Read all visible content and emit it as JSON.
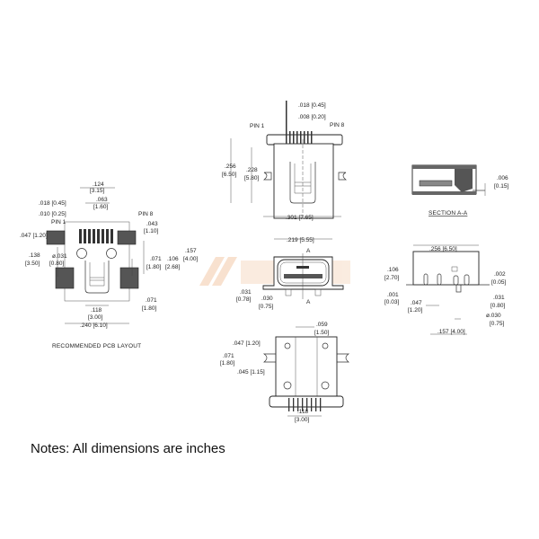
{
  "notes": "Notes: All dimensions are inches",
  "pcb_layout": {
    "caption": "RECOMMENDED PCB LAYOUT",
    "pin1": "PIN 1",
    "pin8": "PIN 8",
    "d124": ".124",
    "d124m": "[3.15]",
    "d063": ".063",
    "d063m": "[1.60]",
    "d018": ".018 [0.45]",
    "d010": ".010 [0.25]",
    "d043": ".043",
    "d043m": "[1.10]",
    "d047": ".047 [1.20]",
    "d138": ".138",
    "d138m": "[3.50]",
    "d031": "ø.031",
    "d031m": "[0.80]",
    "d071a": ".071",
    "d071am": "[1.80]",
    "d106": ".106",
    "d106m": "[2.68]",
    "d157": ".157",
    "d157m": "[4.00]",
    "d071b": ".071",
    "d071bm": "[1.80]",
    "d118": ".118",
    "d118m": "[3.00]",
    "d240": ".240 [6.10]"
  },
  "top_view": {
    "pin1": "PIN 1",
    "pin8": "PIN 8",
    "d018": ".018 [0.45]",
    "d008": ".008 [0.20]",
    "d256": ".256",
    "d256m": "[6.50]",
    "d228": ".228",
    "d228m": "[5.80]",
    "d301": ".301 [7.65]"
  },
  "front_view": {
    "d219": ".219 [5.55]",
    "sectionA_top": "A",
    "sectionA_bottom": "A",
    "d031": ".031",
    "d031m": "[0.78]",
    "d030": ".030",
    "d030m": "[0.75]"
  },
  "bottom_view": {
    "d059": ".059",
    "d059m": "[1.50]",
    "d047": ".047 [1.20]",
    "d071": ".071",
    "d071m": "[1.80]",
    "d045": ".045 [1.15]",
    "d118": ".118",
    "d118m": "[3.00]"
  },
  "section_view": {
    "caption": "SECTION A-A",
    "d006": ".006",
    "d006m": "[0.15]"
  },
  "side_view": {
    "d256": ".256 [6.50]",
    "d106": ".106",
    "d106m": "[2.70]",
    "d001": ".001",
    "d001m": "[0.03]",
    "d047": ".047",
    "d047m": "[1.20]",
    "d002": ".002",
    "d002m": "[0.05]",
    "d031": ".031",
    "d031m": "[0.80]",
    "d030": "ø.030",
    "d030m": "[0.75]",
    "d157": ".157 [4.00]"
  },
  "colors": {
    "line": "#222222",
    "watermark": "#f3c9a8"
  }
}
